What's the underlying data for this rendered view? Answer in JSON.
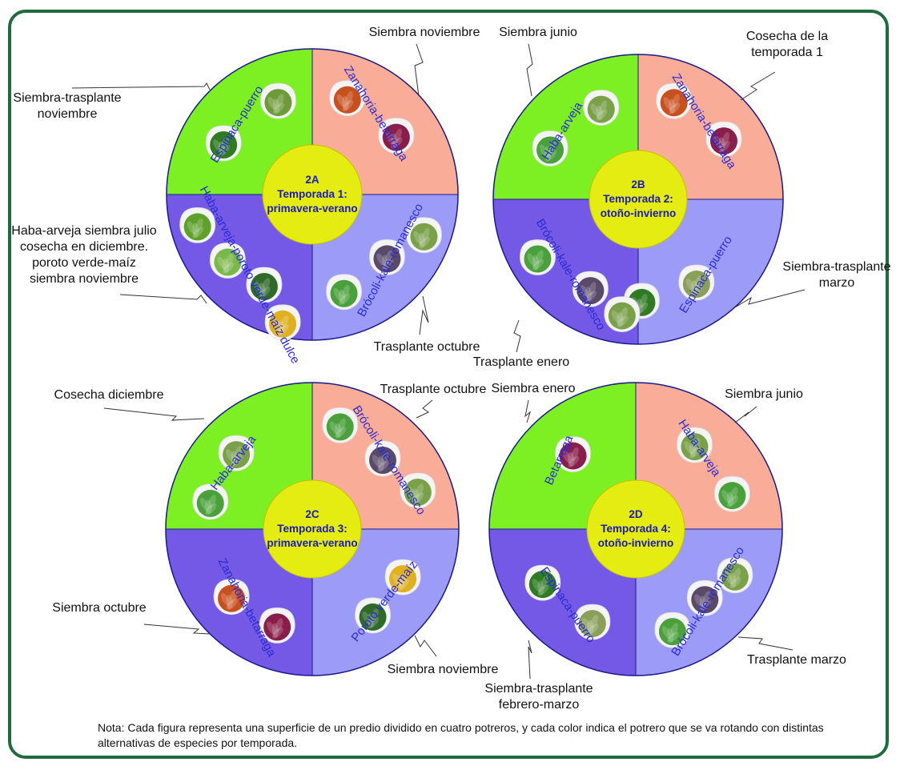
{
  "colors": {
    "green": "#7cf023",
    "salmon": "#f9ad98",
    "violet": "#7459e6",
    "lavender": "#9c9cf8",
    "center": "#e4ec12",
    "frame": "#1f6b3f",
    "label_blue": "#2a2ad4"
  },
  "diagrams": [
    {
      "id": "2A",
      "center_lines": [
        "2A",
        "Temporada 1:",
        "primavera-verano"
      ],
      "quadrants": {
        "top_left": "Espinaca-puerro",
        "top_right": "Zanahoria-betarraga",
        "bottom_right": "Brócoli-kale-romanesco",
        "bottom_left": "Haba-arveja-poroto verde-maíz dulce"
      },
      "annotations": [
        {
          "lines": [
            "Siembra noviembre"
          ]
        },
        {
          "lines": [
            "Siembra-trasplante",
            "noviembre"
          ]
        },
        {
          "lines": [
            "Haba-arveja siembra julio",
            "cosecha en diciembre.",
            "poroto verde-maíz",
            "siembra noviembre"
          ]
        },
        {
          "lines": [
            "Trasplante octubre"
          ]
        }
      ]
    },
    {
      "id": "2B",
      "center_lines": [
        "2B",
        "Temporada 2:",
        "otoño-invierno"
      ],
      "quadrants": {
        "top_left": "Haba-arveja",
        "top_right": "Zanahoria-betarraga",
        "bottom_right": "Espinaca-puerro",
        "bottom_left": "Brócoli-kale-romanesco"
      },
      "annotations": [
        {
          "lines": [
            "Siembra junio"
          ]
        },
        {
          "lines": [
            "Cosecha de la",
            "temporada 1"
          ]
        },
        {
          "lines": [
            "Siembra-trasplante",
            "marzo"
          ]
        },
        {
          "lines": [
            "Trasplante enero"
          ]
        }
      ]
    },
    {
      "id": "2C",
      "center_lines": [
        "2C",
        "Temporada 3:",
        "primavera-verano"
      ],
      "quadrants": {
        "top_left": "Haba-arveja",
        "top_right": "Brócoli-kale-romanesco",
        "bottom_right": "Poroto verde-maíz",
        "bottom_left": "Zanahoria-betarraga"
      },
      "annotations": [
        {
          "lines": [
            "Cosecha diciembre"
          ]
        },
        {
          "lines": [
            "Trasplante octubre"
          ]
        },
        {
          "lines": [
            "Siembra octubre"
          ]
        },
        {
          "lines": [
            "Siembra noviembre"
          ]
        }
      ]
    },
    {
      "id": "2D",
      "center_lines": [
        "2D",
        "Temporada 4:",
        "otoño-invierno"
      ],
      "quadrants": {
        "top_left": "Betarraga",
        "top_right": "Haba-arveja",
        "bottom_right": "Brócoli-kale-romanesco",
        "bottom_left": "Espinaca-puerro"
      },
      "annotations": [
        {
          "lines": [
            "Siembra enero"
          ]
        },
        {
          "lines": [
            "Siembra junio"
          ]
        },
        {
          "lines": [
            "Trasplante marzo"
          ]
        },
        {
          "lines": [
            "Siembra-trasplante",
            "febrero-marzo"
          ]
        }
      ]
    }
  ],
  "note": "Nota: Cada figura representa una superficie de un predio dividido en cuatro potreros, y cada color indica el potrero que se va rotando con distintas alternativas de especies por temporada."
}
